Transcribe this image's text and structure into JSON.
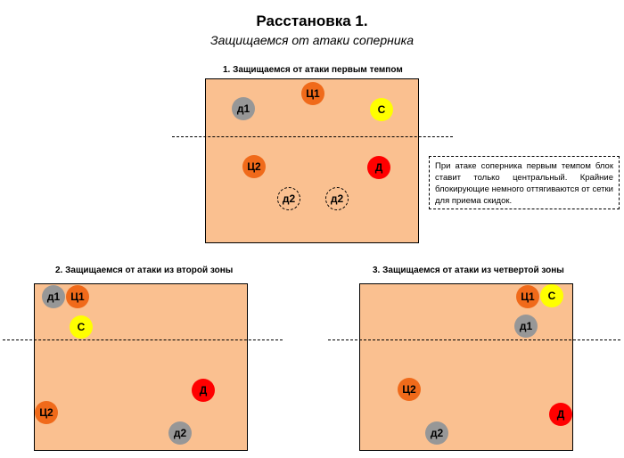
{
  "header": {
    "title": "Расстановка 1.",
    "subtitle": "Защищаемся от атаки соперника"
  },
  "courts": [
    {
      "title": "1. Защищаемся от атаки первым темпом",
      "players": [
        {
          "label": "Ц1",
          "role": "orange"
        },
        {
          "label": "д1",
          "role": "gray"
        },
        {
          "label": "С",
          "role": "yellow"
        },
        {
          "label": "Ц2",
          "role": "orange"
        },
        {
          "label": "Д",
          "role": "red"
        },
        {
          "label": "д2",
          "role": "ghost"
        },
        {
          "label": "д2",
          "role": "ghost"
        }
      ]
    },
    {
      "title": "2. Защищаемся от атаки из второй зоны",
      "players": [
        {
          "label": "д1",
          "role": "gray"
        },
        {
          "label": "Ц1",
          "role": "orange"
        },
        {
          "label": "С",
          "role": "yellow"
        },
        {
          "label": "Д",
          "role": "red"
        },
        {
          "label": "Ц2",
          "role": "orange"
        },
        {
          "label": "д2",
          "role": "gray"
        }
      ]
    },
    {
      "title": "3. Защищаемся от атаки из четвертой зоны",
      "players": [
        {
          "label": "Ц1",
          "role": "orange"
        },
        {
          "label": "С",
          "role": "yellow"
        },
        {
          "label": "д1",
          "role": "gray"
        },
        {
          "label": "Ц2",
          "role": "orange"
        },
        {
          "label": "Д",
          "role": "red"
        },
        {
          "label": "д2",
          "role": "gray"
        }
      ]
    }
  ],
  "note": "При атаке соперника первым темпом блок ставит только центральный. Крайние блокирующие немного оттягиваются от сетки для приема скидок.",
  "colors": {
    "court": "#fac090",
    "orange": "#f06a1a",
    "gray": "#979797",
    "yellow": "#ffff00",
    "red": "#ff0000"
  }
}
